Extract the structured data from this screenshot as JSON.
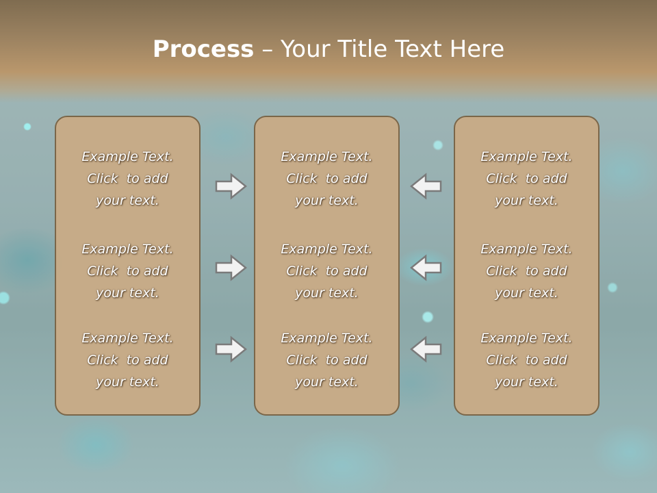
{
  "slide": {
    "title_bold": "Process",
    "title_rest": " – Your Title Text Here"
  },
  "columns": [
    {
      "items": [
        {
          "line1": "Example Text.",
          "line2": "Click  to add",
          "line3": "your text."
        },
        {
          "line1": "Example Text.",
          "line2": "Click  to add",
          "line3": "your text."
        },
        {
          "line1": "Example Text.",
          "line2": "Click  to add",
          "line3": "your text."
        }
      ]
    },
    {
      "items": [
        {
          "line1": "Example Text.",
          "line2": "Click  to add",
          "line3": "your text."
        },
        {
          "line1": "Example Text.",
          "line2": "Click  to add",
          "line3": "your text."
        },
        {
          "line1": "Example Text.",
          "line2": "Click  to add",
          "line3": "your text."
        }
      ]
    },
    {
      "items": [
        {
          "line1": "Example Text.",
          "line2": "Click  to add",
          "line3": "your text."
        },
        {
          "line1": "Example Text.",
          "line2": "Click  to add",
          "line3": "your text."
        },
        {
          "line1": "Example Text.",
          "line2": "Click  to add",
          "line3": "your text."
        }
      ]
    }
  ],
  "arrows": {
    "left": [
      "right-arrow-icon",
      "right-arrow-icon",
      "right-arrow-icon"
    ],
    "right": [
      "left-arrow-icon",
      "left-arrow-icon",
      "left-arrow-icon"
    ]
  },
  "colors": {
    "title_band": "#b9976c",
    "panel_fill": "#c8ab86",
    "panel_border": "#7a6649",
    "arrow_fill": "#f2f2f2",
    "arrow_stroke": "#7a7a7a"
  }
}
